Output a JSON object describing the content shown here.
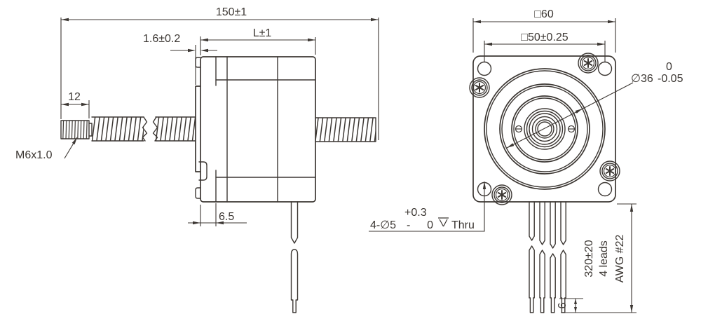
{
  "colors": {
    "ink": "#3c3733",
    "background": "#ffffff"
  },
  "side_view": {
    "overall_length": "150±1",
    "body_length": "L±1",
    "boss_thickness": "1.6±0.2",
    "thread_length": "12",
    "thread_spec": "M6x1.0",
    "step_depth": "6.5"
  },
  "front_view": {
    "outer_square": "□60",
    "mounting_pitch": "□50±0.25",
    "pilot_diameter": {
      "base": "∅36",
      "tol_upper": "0",
      "tol_lower": "-0.05"
    },
    "mounting_holes": {
      "base": "4-∅5",
      "tol_upper": "+0.3",
      "tol_lower": "- 0",
      "thru_label": "Thru"
    },
    "leads": {
      "length": "320±20",
      "count": "4 leads",
      "gauge": "AWG #22",
      "strip_length": "6"
    }
  }
}
